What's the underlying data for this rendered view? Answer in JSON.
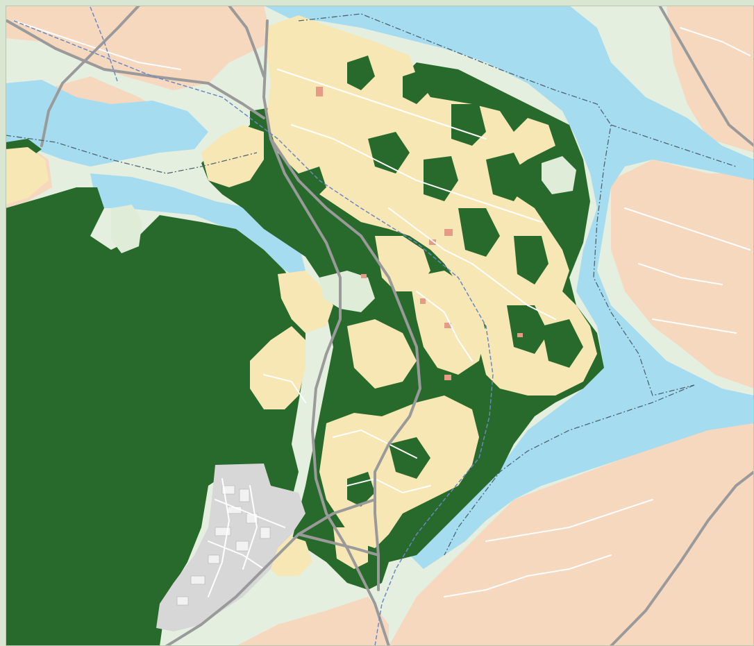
{
  "map": {
    "style": "municipal land-use map",
    "labels": [],
    "colors": {
      "water": "#a6dcef",
      "forest": "#286a2b",
      "residential_focus": "#f7e7b4",
      "residential_outside": "#f6d8bf",
      "industrial": "#d7d7d7",
      "parkland": "#dfecd8",
      "buildings_commercial": "#e59b85",
      "roads_major": "#9a9a9a",
      "roads_minor": "#ffffff",
      "border_line": "#4d6470",
      "railway": "#6a88c4",
      "frame": "#d9e6d2"
    },
    "layers": [
      "water",
      "outside-urban-area",
      "forest",
      "residential",
      "industrial-area",
      "parkland",
      "road-network",
      "railway",
      "municipal-boundary"
    ]
  }
}
